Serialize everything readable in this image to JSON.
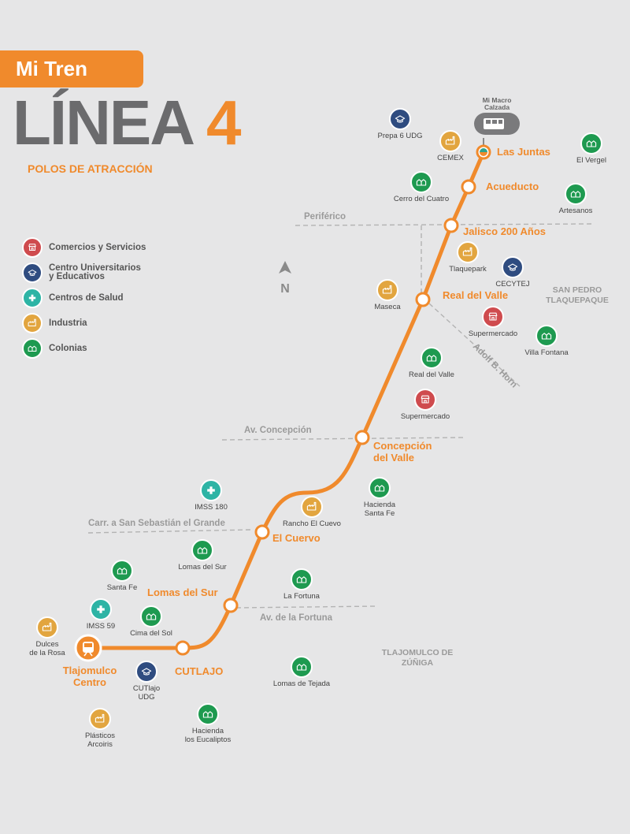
{
  "header": {
    "brand": "Mi Tren",
    "title_word": "LÍNEA",
    "title_number": "4",
    "subtitle": "POLOS DE ATRACCIÓN"
  },
  "colors": {
    "line": "#f08a2c",
    "comercio": "#cf4b4e",
    "educativo": "#2f4c80",
    "salud": "#2db4a5",
    "industria": "#e2a53f",
    "colonia": "#1e9a50",
    "road_label": "#9a9a9a",
    "title_gray": "#6b6b6d"
  },
  "legend": [
    {
      "type": "comercio",
      "label": "Comercios y Servicios"
    },
    {
      "type": "educativo",
      "label": "Centro Universitarios\ny Educativos"
    },
    {
      "type": "salud",
      "label": "Centros de Salud"
    },
    {
      "type": "industria",
      "label": "Industria"
    },
    {
      "type": "colonia",
      "label": "Colonias"
    }
  ],
  "transfer": {
    "label": "Mi Macro\nCalzada",
    "icon": "bus-icon"
  },
  "compass_label": "N",
  "stations": [
    {
      "name": "Las Juntas",
      "terminal": false,
      "transfer": true
    },
    {
      "name": "Acueducto"
    },
    {
      "name": "Jalisco 200 Años"
    },
    {
      "name": "Real del Valle"
    },
    {
      "name": "Concepción\ndel Valle"
    },
    {
      "name": "El Cuervo"
    },
    {
      "name": "Lomas del Sur"
    },
    {
      "name": "CUTLAJO"
    },
    {
      "name": "Tlajomulco\nCentro",
      "terminal": true
    }
  ],
  "roads": [
    {
      "name": "Periférico"
    },
    {
      "name": "Adolf B. Horn"
    },
    {
      "name": "Av. Concepción"
    },
    {
      "name": "Carr. a San Sebastián el Grande"
    },
    {
      "name": "Av. de la Fortuna"
    }
  ],
  "regions": [
    {
      "name": "SAN PEDRO\nTLAQUEPAQUE"
    },
    {
      "name": "TLAJOMULCO DE\nZÚÑIGA"
    }
  ],
  "pois": [
    {
      "type": "educativo",
      "label": "Prepa 6 UDG"
    },
    {
      "type": "industria",
      "label": "CEMEX"
    },
    {
      "type": "colonia",
      "label": "El Vergel"
    },
    {
      "type": "colonia",
      "label": "Cerro del Cuatro"
    },
    {
      "type": "colonia",
      "label": "Artesanos"
    },
    {
      "type": "industria",
      "label": "Tlaquepark"
    },
    {
      "type": "educativo",
      "label": "CECYTEJ"
    },
    {
      "type": "industria",
      "label": "Maseca"
    },
    {
      "type": "comercio",
      "label": "Supermercado"
    },
    {
      "type": "colonia",
      "label": "Villa Fontana"
    },
    {
      "type": "colonia",
      "label": "Real del Valle"
    },
    {
      "type": "comercio",
      "label": "Supermercado"
    },
    {
      "type": "salud",
      "label": "IMSS 180"
    },
    {
      "type": "colonia",
      "label": "Hacienda\nSanta Fe"
    },
    {
      "type": "industria",
      "label": "Rancho El Cuevo"
    },
    {
      "type": "colonia",
      "label": "Lomas del Sur"
    },
    {
      "type": "colonia",
      "label": "Santa Fe"
    },
    {
      "type": "colonia",
      "label": "La Fortuna"
    },
    {
      "type": "salud",
      "label": "IMSS 59"
    },
    {
      "type": "colonia",
      "label": "Cima del Sol"
    },
    {
      "type": "industria",
      "label": "Dulces\nde la Rosa"
    },
    {
      "type": "educativo",
      "label": "CUTlajo\nUDG"
    },
    {
      "type": "colonia",
      "label": "Lomas de Tejada"
    },
    {
      "type": "industria",
      "label": "Plásticos\nArcoiris"
    },
    {
      "type": "colonia",
      "label": "Hacienda\nlos Eucaliptos"
    }
  ]
}
